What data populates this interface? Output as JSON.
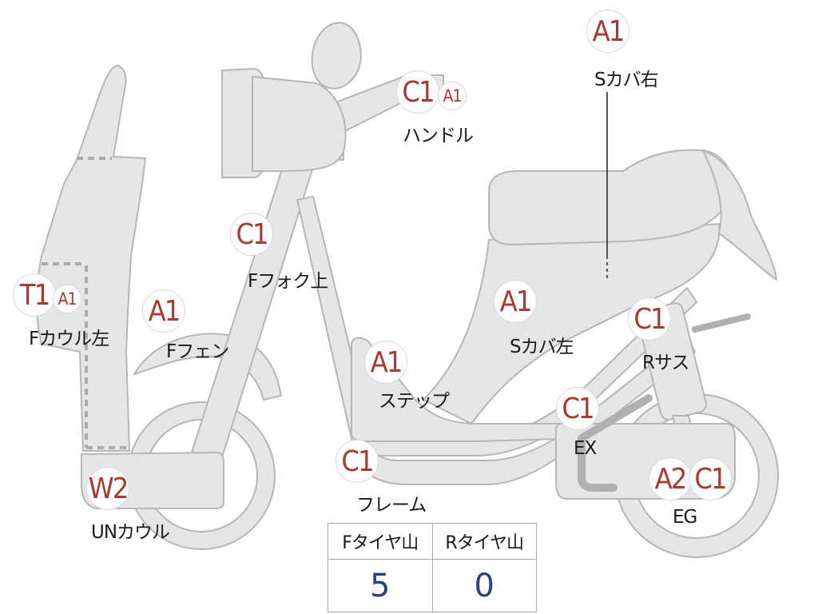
{
  "colors": {
    "part_fill": "#e6e6e4",
    "part_stroke": "#b6b6b4",
    "grade_text": "#a83a32",
    "value_text": "#2b3f84",
    "dash": "#a8aab4"
  },
  "parts": {
    "s_cover_right": {
      "grade": "A1",
      "label": "Sカバ右"
    },
    "handle": {
      "grade_main": "C1",
      "grade_sub": "A1",
      "label": "ハンドル"
    },
    "f_fork_upper": {
      "grade": "C1",
      "label": "Fフォク上"
    },
    "f_cowl_left": {
      "grade_main": "T1",
      "grade_sub": "A1",
      "label": "Fカウル左"
    },
    "f_fender": {
      "grade": "A1",
      "label": "Fフェン"
    },
    "s_cover_left": {
      "grade": "A1",
      "label": "Sカバ左"
    },
    "r_suspension": {
      "grade": "C1",
      "label": "Rサス"
    },
    "step": {
      "grade": "A1",
      "label": "ステップ"
    },
    "exhaust": {
      "grade": "C1",
      "label": "EX"
    },
    "frame": {
      "grade": "C1",
      "label": "フレーム"
    },
    "engine": {
      "grade_main": "A2",
      "grade_sub": "C1",
      "label": "EG"
    },
    "under_cowl": {
      "grade": "W2",
      "label": "UNカウル"
    }
  },
  "tyre_table": {
    "front_header": "Fタイヤ山",
    "rear_header": "Rタイヤ山",
    "front_value": "5",
    "rear_value": "0"
  }
}
